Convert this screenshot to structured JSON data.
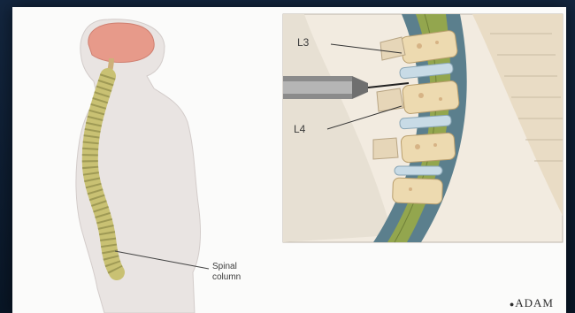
{
  "labels": {
    "l3": "L3",
    "l4": "L4",
    "spinal_line1": "Spinal",
    "spinal_line2": "column"
  },
  "brand": "ADAM",
  "colors": {
    "background": "#0d1b2e",
    "card": "#fbfbfa",
    "body": "#e9e4e2",
    "brain": "#e79a8a",
    "spine": "#c9c173",
    "dura": "#5b7f8d",
    "cord": "#93a64e",
    "vertebra": "#eddab0"
  }
}
